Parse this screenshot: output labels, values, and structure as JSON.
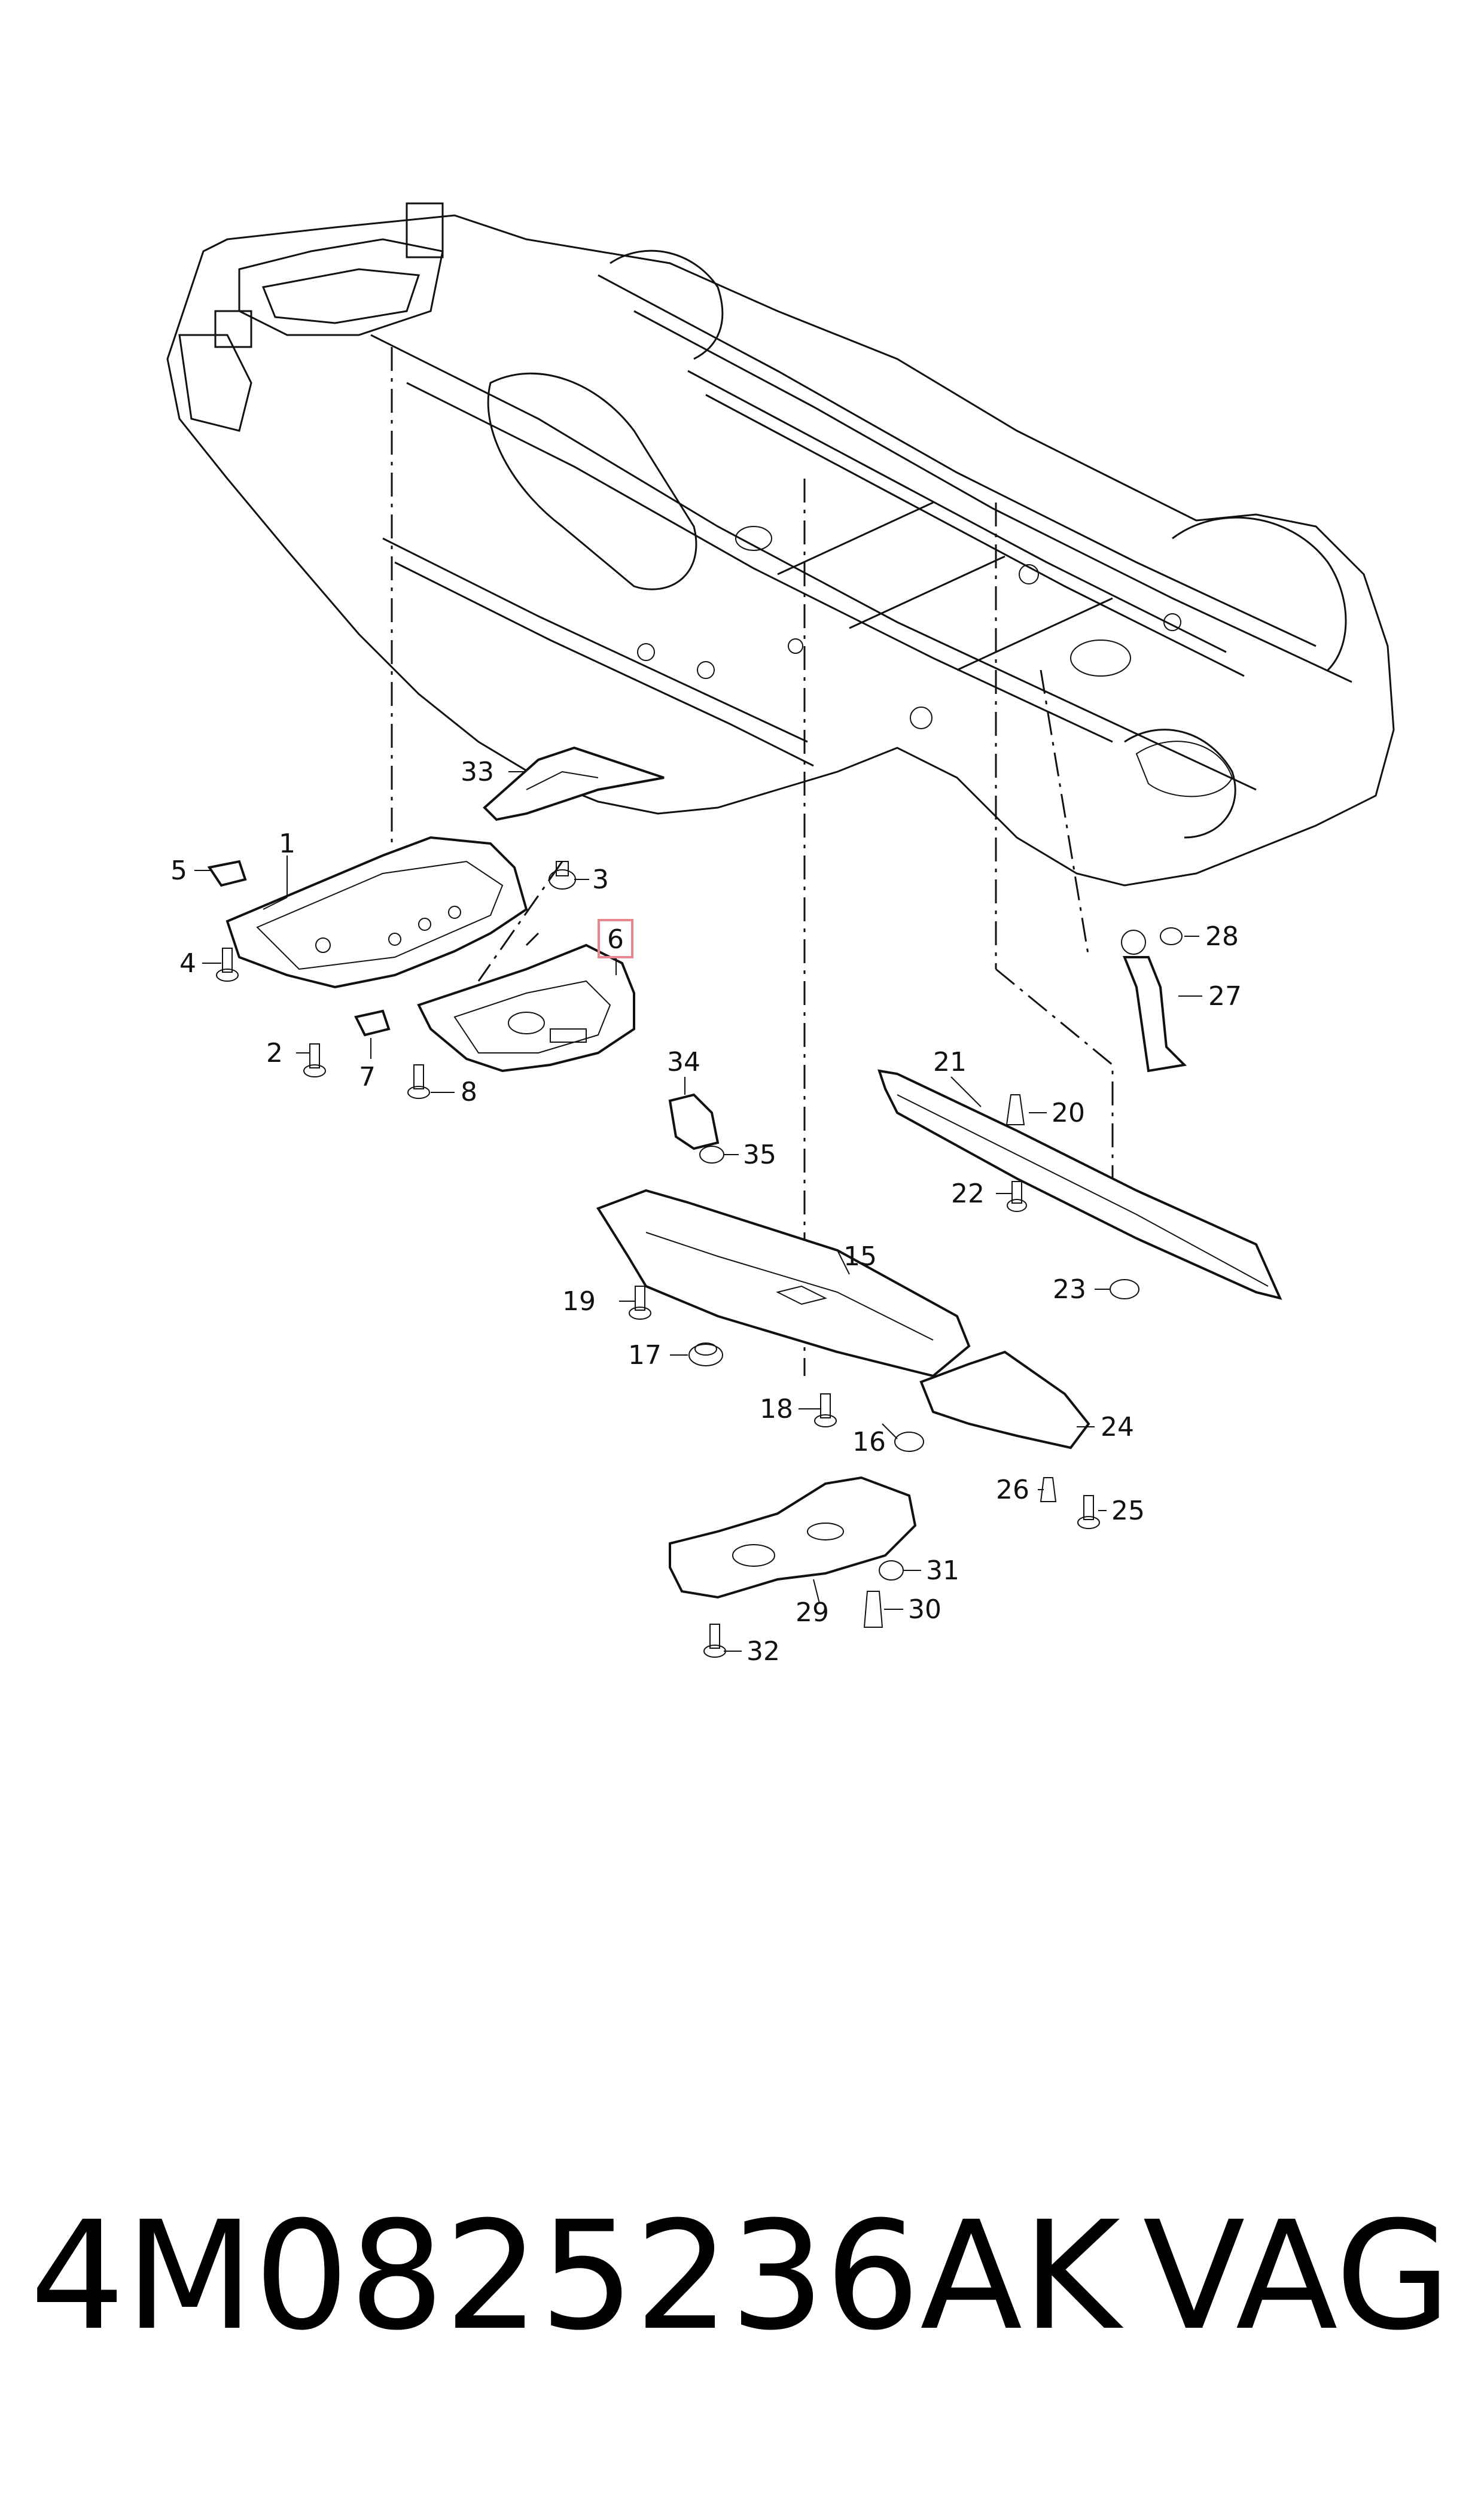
{
  "callouts": [
    "1",
    "2",
    "3",
    "4",
    "5",
    "6",
    "7",
    "8",
    "15",
    "16",
    "17",
    "18",
    "19",
    "20",
    "21",
    "22",
    "23",
    "24",
    "25",
    "26",
    "27",
    "28",
    "29",
    "30",
    "31",
    "32",
    "33",
    "34",
    "35"
  ],
  "highlighted_callout": "6",
  "highlight_color": "#e8888e",
  "footer": {
    "part_number": "4M0825236AK",
    "brand": "VAG"
  }
}
